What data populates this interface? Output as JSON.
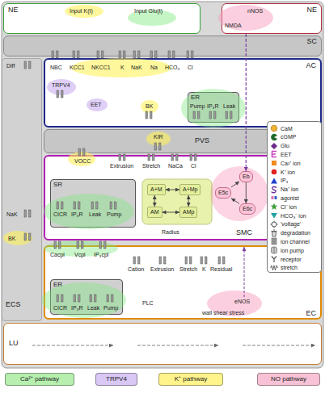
{
  "diagram": {
    "nodes": [
      {
        "text": [
          "NE"
        ]
      },
      {
        "text": [
          "NE"
        ]
      },
      {
        "text": [
          "SC"
        ]
      },
      {
        "text": [
          "AC"
        ]
      },
      {
        "text": [
          "ER"
        ],
        "in": 3
      },
      {
        "text": [
          "PVS"
        ]
      },
      {
        "text": [
          "SMC"
        ]
      },
      {
        "text": [
          "SR"
        ],
        "in": 6
      },
      {
        "text": [
          "A+M"
        ],
        "in": 6
      },
      {
        "text": [
          "A+Mp"
        ],
        "in": 6
      },
      {
        "text": [
          "AM"
        ],
        "in": 6
      },
      {
        "text": [
          "AMp"
        ],
        "in": 6
      },
      {
        "text": [
          "Eb"
        ],
        "in": 6
      },
      {
        "text": [
          "E6c"
        ],
        "in": 6
      },
      {
        "text": [
          "E5c"
        ],
        "in": 6
      },
      {
        "text": [
          "ECS"
        ]
      },
      {
        "text": [
          "EC"
        ]
      },
      {
        "text": [
          "ER"
        ],
        "in": 16
      },
      {
        "text": [
          "LU"
        ]
      }
    ],
    "edges": [
      {
        "from": 1,
        "to": 12,
        "arrow": "to"
      },
      {
        "from": 8,
        "to": 9,
        "arrow": "both"
      },
      {
        "from": 9,
        "to": 11,
        "arrow": "both"
      },
      {
        "from": 11,
        "to": 10,
        "arrow": "both"
      },
      {
        "from": 10,
        "to": 8,
        "arrow": "both"
      },
      {
        "from": 12,
        "to": 13,
        "arrow": "to"
      },
      {
        "from": 13,
        "to": 14,
        "arrow": "to"
      },
      {
        "from": 14,
        "to": 12,
        "arrow": "to"
      }
    ],
    "labels": [
      "Input K(t)",
      "Input Glu(t)",
      "NMDA",
      "nNOS",
      "Diff",
      "NBC",
      "KCC1",
      "NKCC1",
      "K",
      "NaK",
      "Na",
      "HCO₃",
      "Cl",
      "TRPV4",
      "EET",
      "BK",
      "Pump",
      "IP₃R",
      "Leak",
      "KIR",
      "NaK",
      "VOCC",
      "Extrusion",
      "Stretch",
      "NaCa",
      "Cl",
      "CICR",
      "IP₃R",
      "Leak",
      "Pump",
      "BK",
      "Radius",
      "Cacpl",
      "Vcpl",
      "IP₃cpl",
      "CICR",
      "IP₃R",
      "Leak",
      "Pump",
      "Cation",
      "Extrusion",
      "Stretch",
      "K",
      "Residual",
      "PLC",
      "eNOS",
      "wall shear stress"
    ],
    "legend": [
      {
        "text": "CaM"
      },
      {
        "text": "cGMP"
      },
      {
        "text": "Glu"
      },
      {
        "text": "EET"
      },
      {
        "text": "Ca²⁺ ion"
      },
      {
        "text": "K⁺ ion"
      },
      {
        "text": "IP₃"
      },
      {
        "text": "Na⁺ ion"
      },
      {
        "text": "agonist"
      },
      {
        "text": "Cl⁻ ion"
      },
      {
        "text": "HCO₃⁻ ion"
      },
      {
        "text": "'voltage'"
      },
      {
        "text": "degradation"
      },
      {
        "text": "ion channel"
      },
      {
        "text": "ion pump"
      },
      {
        "text": "receptor"
      },
      {
        "text": "stretch"
      },
      {
        "text": "Ca²⁺ pathway",
        "color": "#b6efae"
      },
      {
        "text": "TRPV4",
        "color": "#d9c8f5"
      },
      {
        "text": "K⁺ pathway",
        "color": "#fff48c"
      },
      {
        "text": "NO pathway",
        "color": "#f8c2d6"
      }
    ]
  }
}
